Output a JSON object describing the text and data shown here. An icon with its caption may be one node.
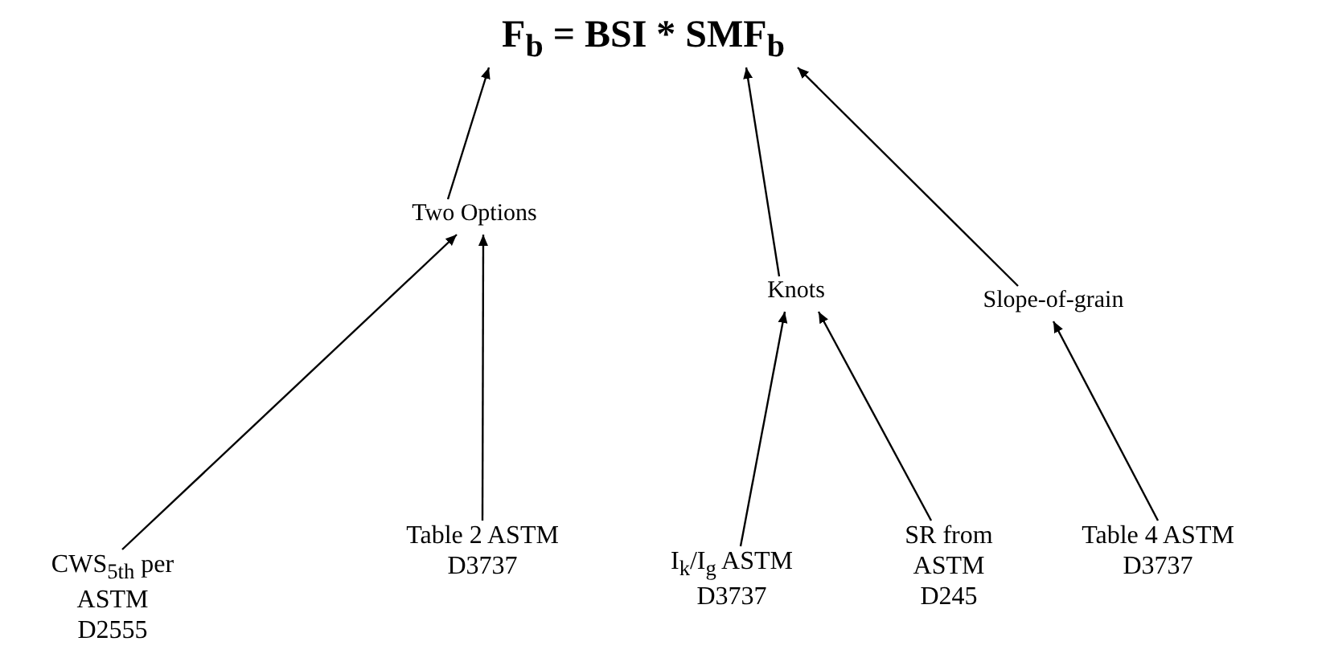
{
  "diagram": {
    "nodes": [
      {
        "text": [
          "F$_{b}$ = BSI * SMF$_{b}$"
        ]
      },
      {
        "text": [
          "Two Options"
        ]
      },
      {
        "text": [
          "Knots"
        ]
      },
      {
        "text": [
          "Slope-of-grain"
        ]
      },
      {
        "text": [
          "CWS$_{5th}$ per ASTM D2555"
        ]
      },
      {
        "text": [
          "Table 2 ASTM D3737"
        ]
      },
      {
        "text": [
          "I$_{k}$/I$_{g}$ ASTM D3737"
        ]
      },
      {
        "text": [
          "SR from ASTM D245"
        ]
      },
      {
        "text": [
          "Table 4 ASTM D3737"
        ]
      }
    ],
    "edges": [
      {
        "from": 1,
        "to": 0,
        "arrow": "to"
      },
      {
        "from": 2,
        "to": 0,
        "arrow": "to"
      },
      {
        "from": 3,
        "to": 0,
        "arrow": "to"
      },
      {
        "from": 4,
        "to": 1,
        "arrow": "to"
      },
      {
        "from": 5,
        "to": 1,
        "arrow": "to"
      },
      {
        "from": 6,
        "to": 2,
        "arrow": "to"
      },
      {
        "from": 7,
        "to": 2,
        "arrow": "to"
      },
      {
        "from": 8,
        "to": 3,
        "arrow": "to"
      }
    ]
  }
}
